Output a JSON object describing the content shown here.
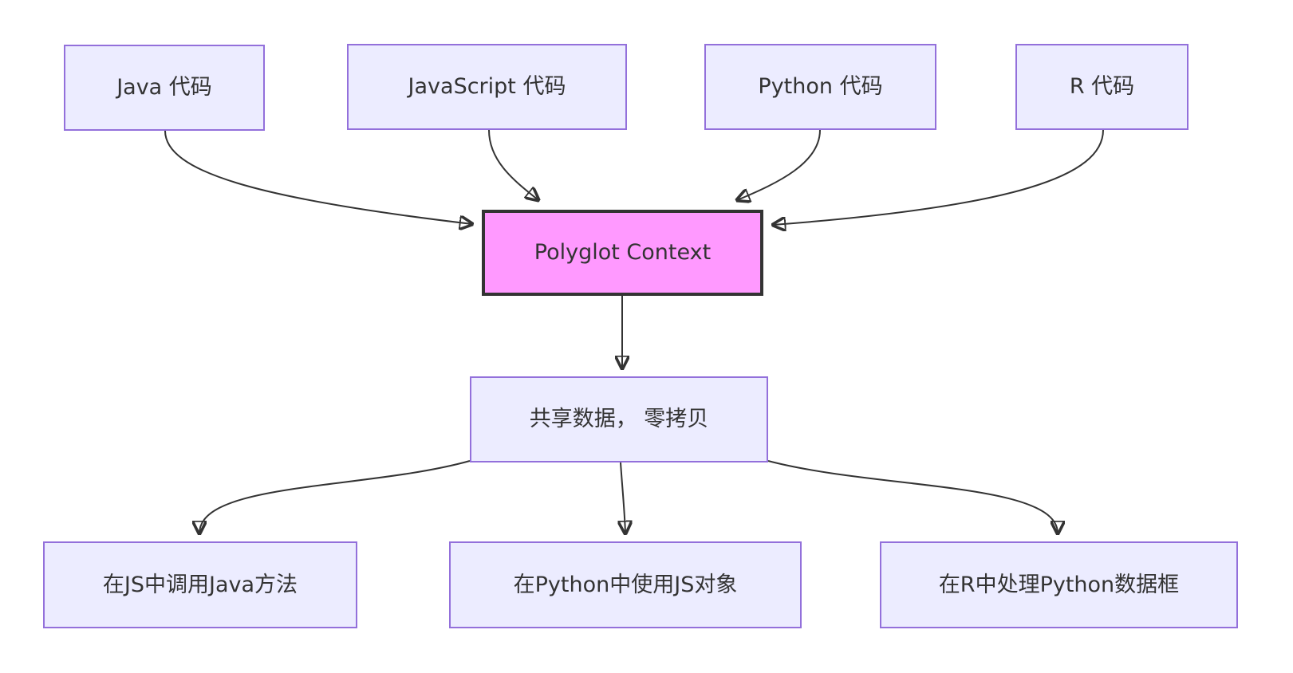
{
  "diagram": {
    "type": "flowchart",
    "direction": "top-down",
    "colors": {
      "background": "#ffffff",
      "node_fill": "#ececff",
      "node_border": "#9370db",
      "emphasis_fill": "#ff99ff",
      "emphasis_border": "#333333",
      "edge": "#333333",
      "text": "#333333"
    },
    "nodes": [
      {
        "id": "java",
        "label": "Java 代码"
      },
      {
        "id": "js",
        "label": "JavaScript 代码"
      },
      {
        "id": "python",
        "label": "Python 代码"
      },
      {
        "id": "r",
        "label": "R 代码"
      },
      {
        "id": "context",
        "label": "Polyglot Context",
        "emphasis": true
      },
      {
        "id": "share",
        "label": "共享数据， 零拷贝"
      },
      {
        "id": "js_java",
        "label": "在JS中调用Java方法"
      },
      {
        "id": "py_js",
        "label": "在Python中使用JS对象"
      },
      {
        "id": "r_py",
        "label": "在R中处理Python数据框"
      }
    ],
    "edges": [
      {
        "from": "java",
        "to": "context"
      },
      {
        "from": "js",
        "to": "context"
      },
      {
        "from": "python",
        "to": "context"
      },
      {
        "from": "r",
        "to": "context"
      },
      {
        "from": "context",
        "to": "share"
      },
      {
        "from": "share",
        "to": "js_java"
      },
      {
        "from": "share",
        "to": "py_js"
      },
      {
        "from": "share",
        "to": "r_py"
      }
    ]
  }
}
